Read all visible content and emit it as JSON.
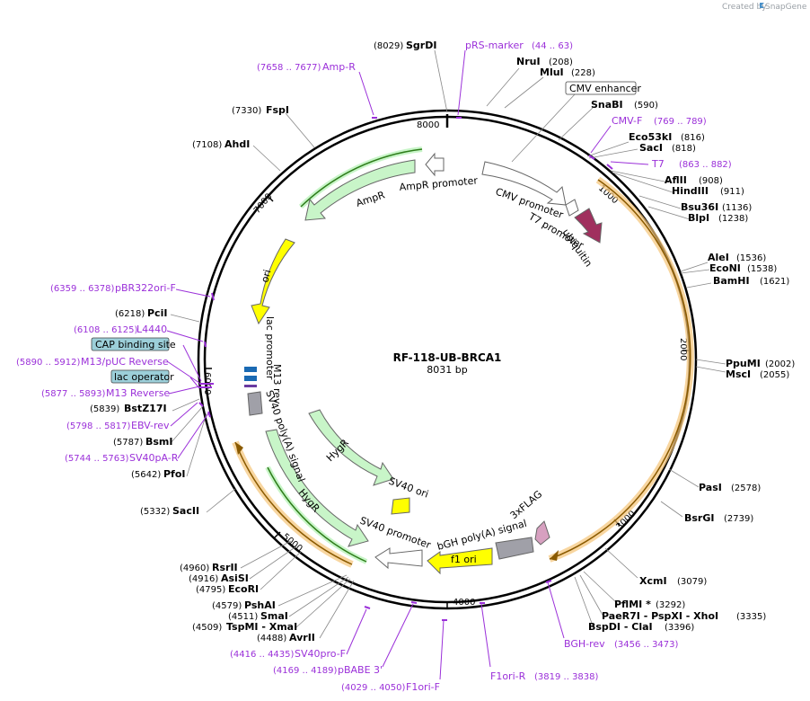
{
  "brand": {
    "created_by": "Created by",
    "name": "SnapGene"
  },
  "plasmid": {
    "name": "RF-118-UB-BRCA1",
    "length_label": "8031 bp"
  },
  "ticks": [
    "1000",
    "2000",
    "3000",
    "4000",
    "5000",
    "6000",
    "7000",
    "8000"
  ],
  "enzymes": [
    {
      "name": "SgrDI",
      "pos": "(8029)"
    },
    {
      "name": "NruI",
      "pos": "(208)"
    },
    {
      "name": "MluI",
      "pos": "(228)"
    },
    {
      "name": "SnaBI",
      "pos": "(590)"
    },
    {
      "name": "Eco53kI",
      "pos": "(816)"
    },
    {
      "name": "SacI",
      "pos": "(818)"
    },
    {
      "name": "AflII",
      "pos": "(908)"
    },
    {
      "name": "HindIII",
      "pos": "(911)"
    },
    {
      "name": "Bsu36I",
      "pos": "(1136)"
    },
    {
      "name": "BlpI",
      "pos": "(1238)"
    },
    {
      "name": "AleI",
      "pos": "(1536)"
    },
    {
      "name": "EcoNI",
      "pos": "(1538)"
    },
    {
      "name": "BamHI",
      "pos": "(1621)"
    },
    {
      "name": "PpuMI",
      "pos": "(2002)"
    },
    {
      "name": "MscI",
      "pos": "(2055)"
    },
    {
      "name": "PasI",
      "pos": "(2578)"
    },
    {
      "name": "BsrGI",
      "pos": "(2739)"
    },
    {
      "name": "XcmI",
      "pos": "(3079)"
    },
    {
      "name": "PflMI *",
      "pos": "(3292)"
    },
    {
      "name": "PaeR7I - PspXI - XhoI",
      "pos": "(3335)"
    },
    {
      "name": "BspDI - ClaI",
      "pos": "(3396)"
    },
    {
      "name": "FspI",
      "pos": "(7330)"
    },
    {
      "name": "AhdI",
      "pos": "(7108)"
    },
    {
      "name": "PciI",
      "pos": "(6218)"
    },
    {
      "name": "BstZ17I",
      "pos": "(5839)"
    },
    {
      "name": "BsmI",
      "pos": "(5787)"
    },
    {
      "name": "PfoI",
      "pos": "(5642)"
    },
    {
      "name": "SacII",
      "pos": "(5332)"
    },
    {
      "name": "RsrII",
      "pos": "(4960)"
    },
    {
      "name": "AsiSI",
      "pos": "(4916)"
    },
    {
      "name": "EcoRI",
      "pos": "(4795)"
    },
    {
      "name": "PshAI",
      "pos": "(4579)"
    },
    {
      "name": "SmaI",
      "pos": "(4511)"
    },
    {
      "name": "TspMI - XmaI",
      "pos": "(4509)"
    },
    {
      "name": "AvrII",
      "pos": "(4488)"
    }
  ],
  "primers": [
    {
      "name": "pRS-marker",
      "pos": "(44 .. 63)"
    },
    {
      "name": "Amp-R",
      "pos": "(7658 .. 7677)"
    },
    {
      "name": "CMV-F",
      "pos": "(769 .. 789)"
    },
    {
      "name": "T7",
      "pos": "(863 .. 882)"
    },
    {
      "name": "pBR322ori-F",
      "pos": "(6359 .. 6378)"
    },
    {
      "name": "L4440",
      "pos": "(6108 .. 6125)"
    },
    {
      "name": "M13/pUC Reverse",
      "pos": "(5890 .. 5912)"
    },
    {
      "name": "M13 Reverse",
      "pos": "(5877 .. 5893)"
    },
    {
      "name": "EBV-rev",
      "pos": "(5798 .. 5817)"
    },
    {
      "name": "SV40pA-R",
      "pos": "(5744 .. 5763)"
    },
    {
      "name": "BGH-rev",
      "pos": "(3456 .. 3473)"
    },
    {
      "name": "F1ori-R",
      "pos": "(3819 .. 3838)"
    },
    {
      "name": "SV40pro-F",
      "pos": "(4416 .. 4435)"
    },
    {
      "name": "pBABE 3'",
      "pos": "(4169 .. 4189)"
    },
    {
      "name": "F1ori-F",
      "pos": "(4029 .. 4050)"
    }
  ],
  "boxed_features": {
    "cmv_enhancer": "CMV enhancer",
    "cap_site": "CAP binding site",
    "lac_operator": "lac operator"
  },
  "features": {
    "ampr_promoter": "AmpR promoter",
    "ampr": "AmpR",
    "cmv_promoter": "CMV promoter",
    "t7_promoter": "T7 promoter",
    "ubiquitin": "ubiquitin",
    "ori": "ori",
    "lac_promoter": "lac promoter",
    "m13_rev": "M13 rev",
    "sv40_polya": "SV40 poly(A) signal",
    "hygr_inner": "HygR",
    "hygr_outer": "HygR",
    "sv40_ori": "SV40 ori",
    "sv40_promoter": "SV40 promoter",
    "bgh_polya": "bGH poly(A) signal",
    "f1_ori": "f1 ori",
    "flag": "3xFLAG"
  },
  "colors": {
    "ring": "#000000",
    "primer": "#9b30d9",
    "ampr": "#c8f5c8",
    "ori": "#ffff00",
    "ubiquitin": "#a0305e",
    "orf": "#f5a623",
    "sv40_polya": "#a0a0a8",
    "flag": "#d7a0c0",
    "cap": "#9ccfd9"
  }
}
